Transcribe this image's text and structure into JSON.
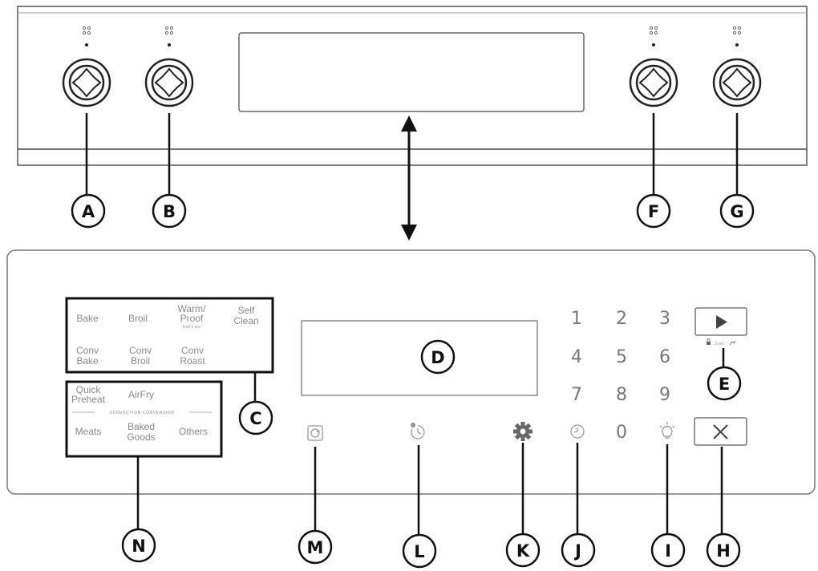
{
  "callouts": {
    "A": "A",
    "B": "B",
    "C": "C",
    "D": "D",
    "E": "E",
    "F": "F",
    "G": "G",
    "H": "H",
    "I": "I",
    "J": "J",
    "K": "K",
    "L": "L",
    "M": "M",
    "N": "N"
  },
  "mode_pad": {
    "bake": "Bake",
    "broil": "Broil",
    "warm_line1": "Warm/",
    "warm_line2": "Proof",
    "warm_hold": "hold 3 sec",
    "self_line1": "Self",
    "self_line2": "Clean",
    "conv_bake_1": "Conv",
    "conv_bake_2": "Bake",
    "conv_broil_1": "Conv",
    "conv_broil_2": "Broil",
    "conv_roast_1": "Conv",
    "conv_roast_2": "Roast"
  },
  "lower_pad": {
    "quick_1": "Quick",
    "quick_2": "Preheat",
    "airfry": "AirFry",
    "conversion_header": "CONVECTION CONVERSION",
    "meats": "Meats",
    "baked_1": "Baked",
    "baked_2": "Goods",
    "others": "Others"
  },
  "keypad": [
    "1",
    "2",
    "3",
    "4",
    "5",
    "6",
    "7",
    "8",
    "9",
    "0"
  ],
  "lock_hint": "3 sec",
  "icons": [
    "knob-icon",
    "play-icon",
    "cancel-x-icon",
    "light-bulb-icon",
    "clock-icon",
    "settings-gear-icon",
    "timer-icon",
    "oven-light-icon",
    "lock-icon",
    "double-arrow-icon"
  ]
}
